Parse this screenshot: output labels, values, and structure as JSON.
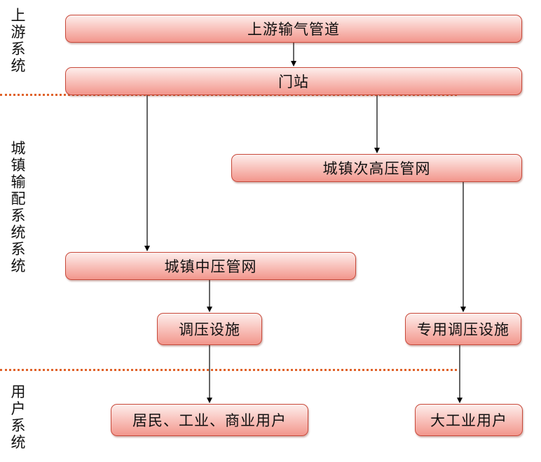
{
  "sections": {
    "upstream": [
      "上",
      "游",
      "系",
      "统"
    ],
    "distribution": [
      "城",
      "镇",
      "输",
      "配",
      "系",
      "统",
      "系",
      "统"
    ],
    "users": [
      "用",
      "户",
      "系",
      "统"
    ]
  },
  "nodes": {
    "upstream_pipeline": "上游输气管道",
    "gate_station": "门站",
    "sub_high_pressure": "城镇次高压管网",
    "medium_pressure": "城镇中压管网",
    "regulating": "调压设施",
    "dedicated_regulating": "专用调压设施",
    "residential_users": "居民、工业、商业用户",
    "large_industrial": "大工业用户"
  },
  "colors": {
    "box_border": "#c8493a",
    "divider": "#e0622a",
    "arrow": "#000000"
  }
}
